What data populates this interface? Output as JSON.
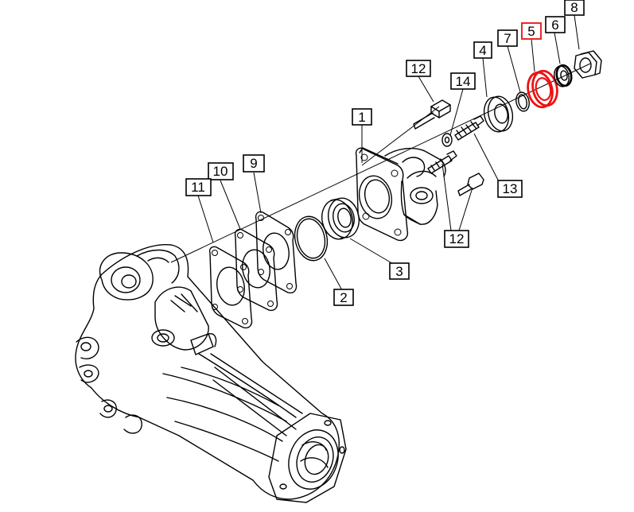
{
  "highlight_color": "#ee1111",
  "labels": {
    "l1": "1",
    "l2": "2",
    "l3": "3",
    "l4": "4",
    "l5": "5",
    "l6": "6",
    "l7": "7",
    "l8": "8",
    "l9": "9",
    "l10": "10",
    "l11": "11",
    "l12a": "12",
    "l12b": "12",
    "l13": "13",
    "l14": "14"
  }
}
